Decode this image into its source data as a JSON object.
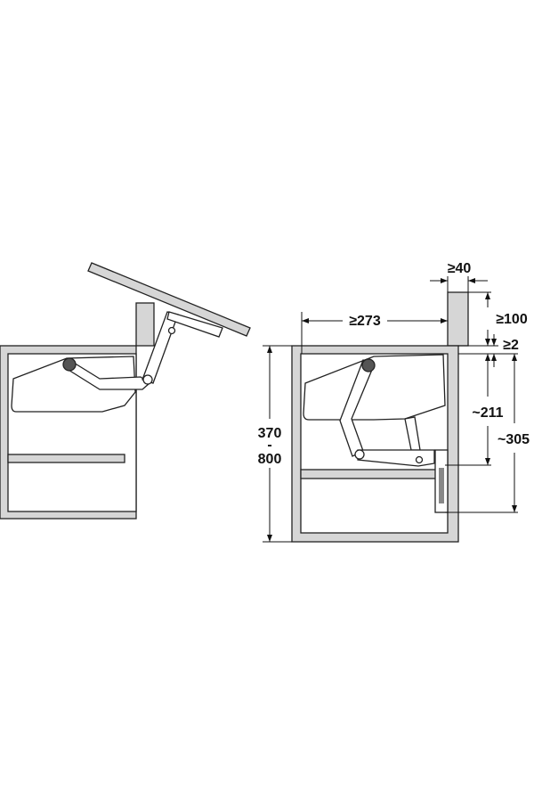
{
  "diagram": {
    "colors": {
      "panel": "#d6d6d6",
      "outline": "#222222",
      "background": "#ffffff"
    },
    "dimensions": {
      "min_side_panel": "≥40",
      "min_width": "≥273",
      "min_top_clearance": "≥100",
      "min_gap": "≥2",
      "arm_height": "~211",
      "bracket_height": "~305",
      "cabinet_height_min": "370",
      "cabinet_height_sep": "-",
      "cabinet_height_max": "800"
    }
  }
}
